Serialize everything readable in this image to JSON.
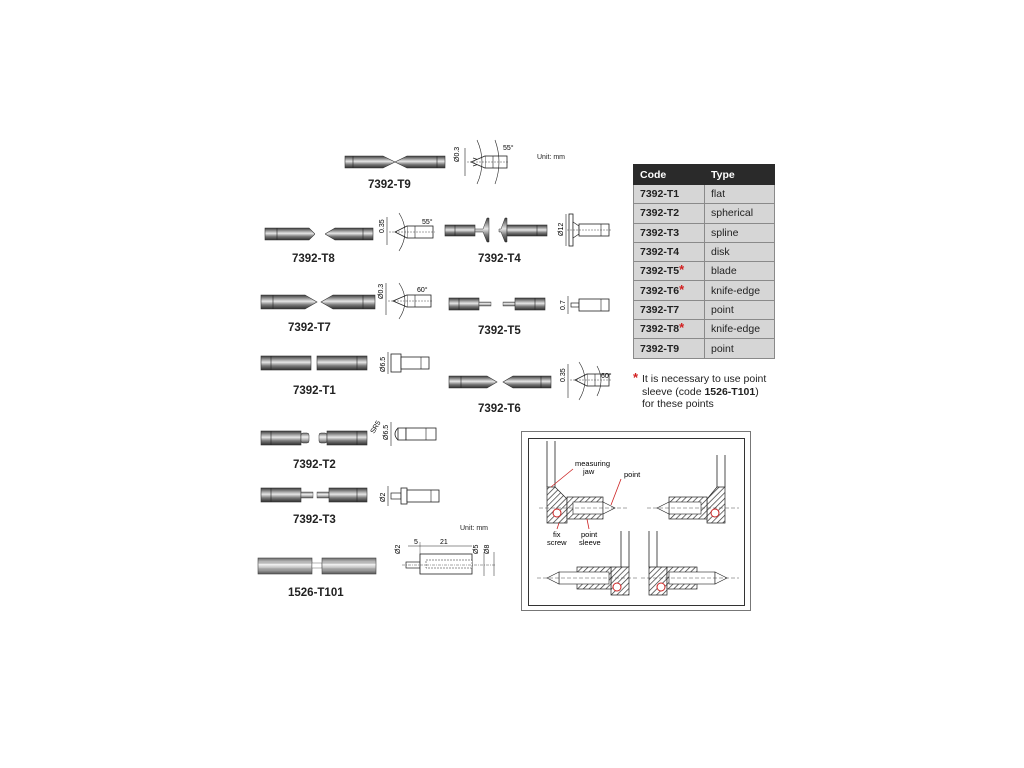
{
  "unit_label_top": "Unit: mm",
  "unit_label_bottom": "Unit: mm",
  "parts": {
    "t9": {
      "code": "7392-T9",
      "dim": "Ø0.3",
      "angle": "55°"
    },
    "t8": {
      "code": "7392-T8",
      "dim": "0.35",
      "angle": "55°"
    },
    "t4": {
      "code": "7392-T4",
      "dim": "Ø12"
    },
    "t7": {
      "code": "7392-T7",
      "dim": "Ø0.3",
      "angle": "60°"
    },
    "t5": {
      "code": "7392-T5",
      "dim": "0.7"
    },
    "t1": {
      "code": "7392-T1",
      "dim": "Ø6.5"
    },
    "t6": {
      "code": "7392-T6",
      "dim": "0.35",
      "angle": "60°"
    },
    "t2": {
      "code": "7392-T2",
      "dim_a": "SR5",
      "dim_b": "Ø6.5"
    },
    "t3": {
      "code": "7392-T3",
      "dim": "Ø2"
    },
    "t101": {
      "code": "1526-T101",
      "dims": [
        "Ø2",
        "5",
        "21",
        "Ø5",
        "Ø8"
      ]
    }
  },
  "table": {
    "headers": [
      "Code",
      "Type"
    ],
    "rows": [
      {
        "code": "7392-T1",
        "type": "flat",
        "star": ""
      },
      {
        "code": "7392-T2",
        "type": "spherical",
        "star": ""
      },
      {
        "code": "7392-T3",
        "type": "spline",
        "star": ""
      },
      {
        "code": "7392-T4",
        "type": "disk",
        "star": ""
      },
      {
        "code": "7392-T5",
        "type": "blade",
        "star": "*"
      },
      {
        "code": "7392-T6",
        "type": "knife-edge",
        "star": "*"
      },
      {
        "code": "7392-T7",
        "type": "point",
        "star": ""
      },
      {
        "code": "7392-T8",
        "type": "knife-edge",
        "star": "*"
      },
      {
        "code": "7392-T9",
        "type": "point",
        "star": ""
      }
    ]
  },
  "note": {
    "star": "*",
    "line1": "It is necessary to use point",
    "line2a": "sleeve (code ",
    "line2b": "1526-T101",
    "line2c": ")",
    "line3": "for these points"
  },
  "inset": {
    "measuring_jaw": "measuring",
    "measuring_jaw2": "jaw",
    "point": "point",
    "fix": "fix",
    "screw": "screw",
    "point_sleeve": "point",
    "point_sleeve2": "sleeve"
  },
  "colors": {
    "star_red": "#d21f1f",
    "table_header": "#2a2a2a",
    "table_cell": "#d6d6d6"
  }
}
